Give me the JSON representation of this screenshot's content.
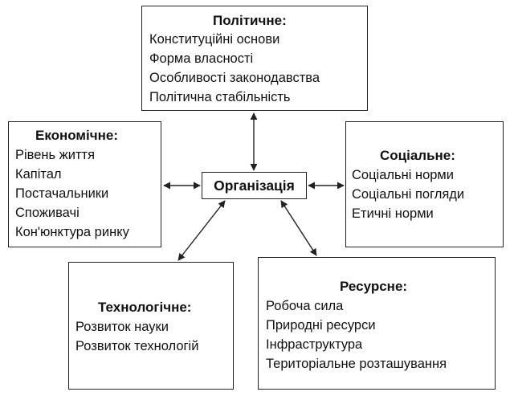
{
  "diagram": {
    "political": {
      "title": "Політичне:",
      "items": [
        "Конституційні основи",
        "Форма власності",
        "Особливості законодавства",
        "Політична стабільність"
      ]
    },
    "economic": {
      "title": "Економічне:",
      "items": [
        "Рівень життя",
        "Капітал",
        "Постачальники",
        "Споживачі",
        "Кон'юнктура ринку"
      ]
    },
    "social": {
      "title": "Соціальне:",
      "items": [
        "Соціальні норми",
        "Соціальні погляди",
        "Етичні норми"
      ]
    },
    "technological": {
      "title": "Технологічне:",
      "items": [
        "Розвиток науки",
        "Розвиток технологій"
      ]
    },
    "resource": {
      "title": "Ресурсне:",
      "items": [
        "Робоча сила",
        "Природні ресурси",
        "Інфраструктура",
        "Територіальне розташування"
      ]
    },
    "center": {
      "label": "Організація"
    }
  },
  "colors": {
    "stroke": "#222222",
    "text": "#111111",
    "background": "#ffffff"
  }
}
